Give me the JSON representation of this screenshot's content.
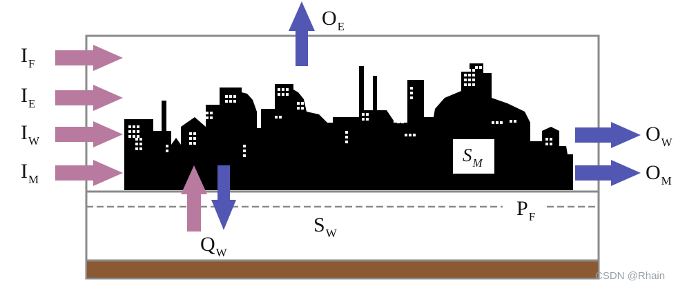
{
  "colors": {
    "inflow_arrow": "#b97aa0",
    "outflow_arrow": "#5257b4",
    "frame": "#8a8a8a",
    "city": "#000000",
    "soil": "#8b5a33",
    "dashed_line": "#8a8a8a"
  },
  "labels": {
    "i_f": {
      "main": "I",
      "sub": "F"
    },
    "i_e": {
      "main": "I",
      "sub": "E"
    },
    "i_w": {
      "main": "I",
      "sub": "W"
    },
    "i_m": {
      "main": "I",
      "sub": "M"
    },
    "o_e": {
      "main": "O",
      "sub": "E"
    },
    "o_w": {
      "main": "O",
      "sub": "W"
    },
    "o_m": {
      "main": "O",
      "sub": "M"
    },
    "q_w": {
      "main": "Q",
      "sub": "W"
    },
    "s_w": {
      "main": "S",
      "sub": "W"
    },
    "p_f": {
      "main": "P",
      "sub": "F"
    },
    "s_m": {
      "main": "S",
      "sub": "M"
    }
  },
  "watermark": "CSDN @Rhain"
}
